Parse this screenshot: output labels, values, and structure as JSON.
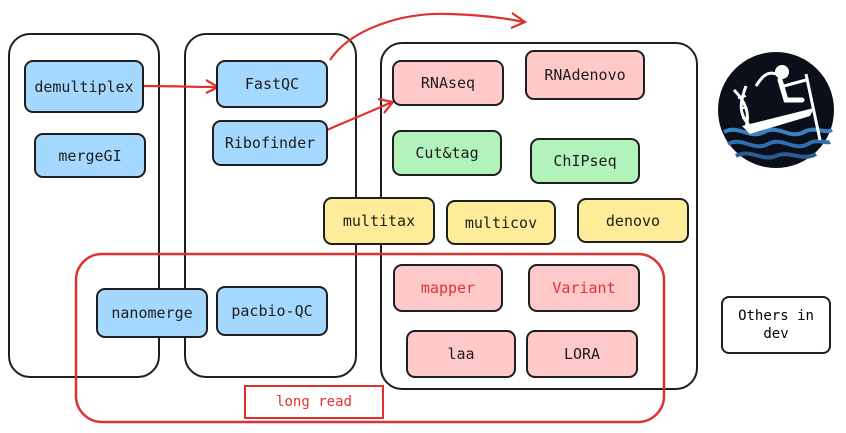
{
  "nodes": {
    "demultiplex": "demultiplex",
    "mergeGI": "mergeGI",
    "fastqc": "FastQC",
    "ribofinder": "Ribofinder",
    "rnaseq": "RNAseq",
    "rnadenovo": "RNAdenovo",
    "cuttag": "Cut&tag",
    "chipseq": "ChIPseq",
    "multitax": "multitax",
    "multicov": "multicov",
    "denovo": "denovo",
    "mapper": "mapper",
    "variant": "Variant",
    "laa": "laa",
    "lora": "LORA",
    "nanomerge": "nanomerge",
    "pacbioqc": "pacbio-QC"
  },
  "labels": {
    "long_read": "long read",
    "others_in_dev": "Others in dev"
  },
  "colors": {
    "blue": "#a5d8ff",
    "pink": "#ffc9c9",
    "green": "#b2f2bb",
    "yellow": "#ffec99",
    "red": "#e03131",
    "stroke": "#1e1e1e"
  },
  "logo": {
    "icon": "dna-boat-logo-icon"
  }
}
